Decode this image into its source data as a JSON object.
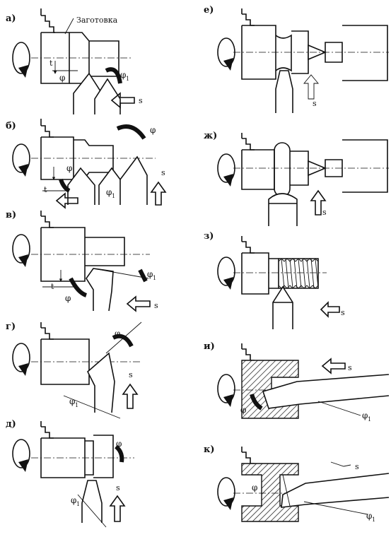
{
  "panels": [
    {
      "key": "a",
      "label": "а)",
      "annotations": {
        "workpiece": "Заготовка",
        "depth": "t",
        "angle_main": "φ",
        "angle_aux": "φ",
        "angle_aux_sub": "1",
        "feed": "s"
      }
    },
    {
      "key": "b",
      "label": "б)",
      "annotations": {
        "depth": "t",
        "angle_main": "φ",
        "angle_top": "φ",
        "angle_aux": "φ",
        "angle_aux_sub": "1",
        "feed": "s"
      }
    },
    {
      "key": "v",
      "label": "в)",
      "annotations": {
        "depth": "t",
        "angle_main": "φ",
        "angle_aux": "φ",
        "angle_aux_sub": "1",
        "feed": "s"
      }
    },
    {
      "key": "g",
      "label": "г)",
      "annotations": {
        "angle_main": "φ",
        "angle_aux": "φ",
        "angle_aux_sub": "1",
        "feed": "s"
      }
    },
    {
      "key": "d",
      "label": "д)",
      "annotations": {
        "angle_main": "φ",
        "angle_aux": "φ",
        "angle_aux_sub": "1",
        "feed": "s"
      }
    },
    {
      "key": "e",
      "label": "е)",
      "annotations": {
        "feed": "s"
      }
    },
    {
      "key": "zh",
      "label": "ж)",
      "annotations": {
        "feed": "s"
      }
    },
    {
      "key": "z",
      "label": "з)",
      "annotations": {
        "feed": "s"
      }
    },
    {
      "key": "i",
      "label": "и)",
      "annotations": {
        "angle_main": "φ",
        "angle_aux": "φ",
        "angle_aux_sub": "1",
        "feed": "s"
      }
    },
    {
      "key": "k",
      "label": "к)",
      "annotations": {
        "angle_main": "φ",
        "angle_aux": "φ",
        "angle_aux_sub": "1",
        "feed": "s"
      }
    }
  ]
}
